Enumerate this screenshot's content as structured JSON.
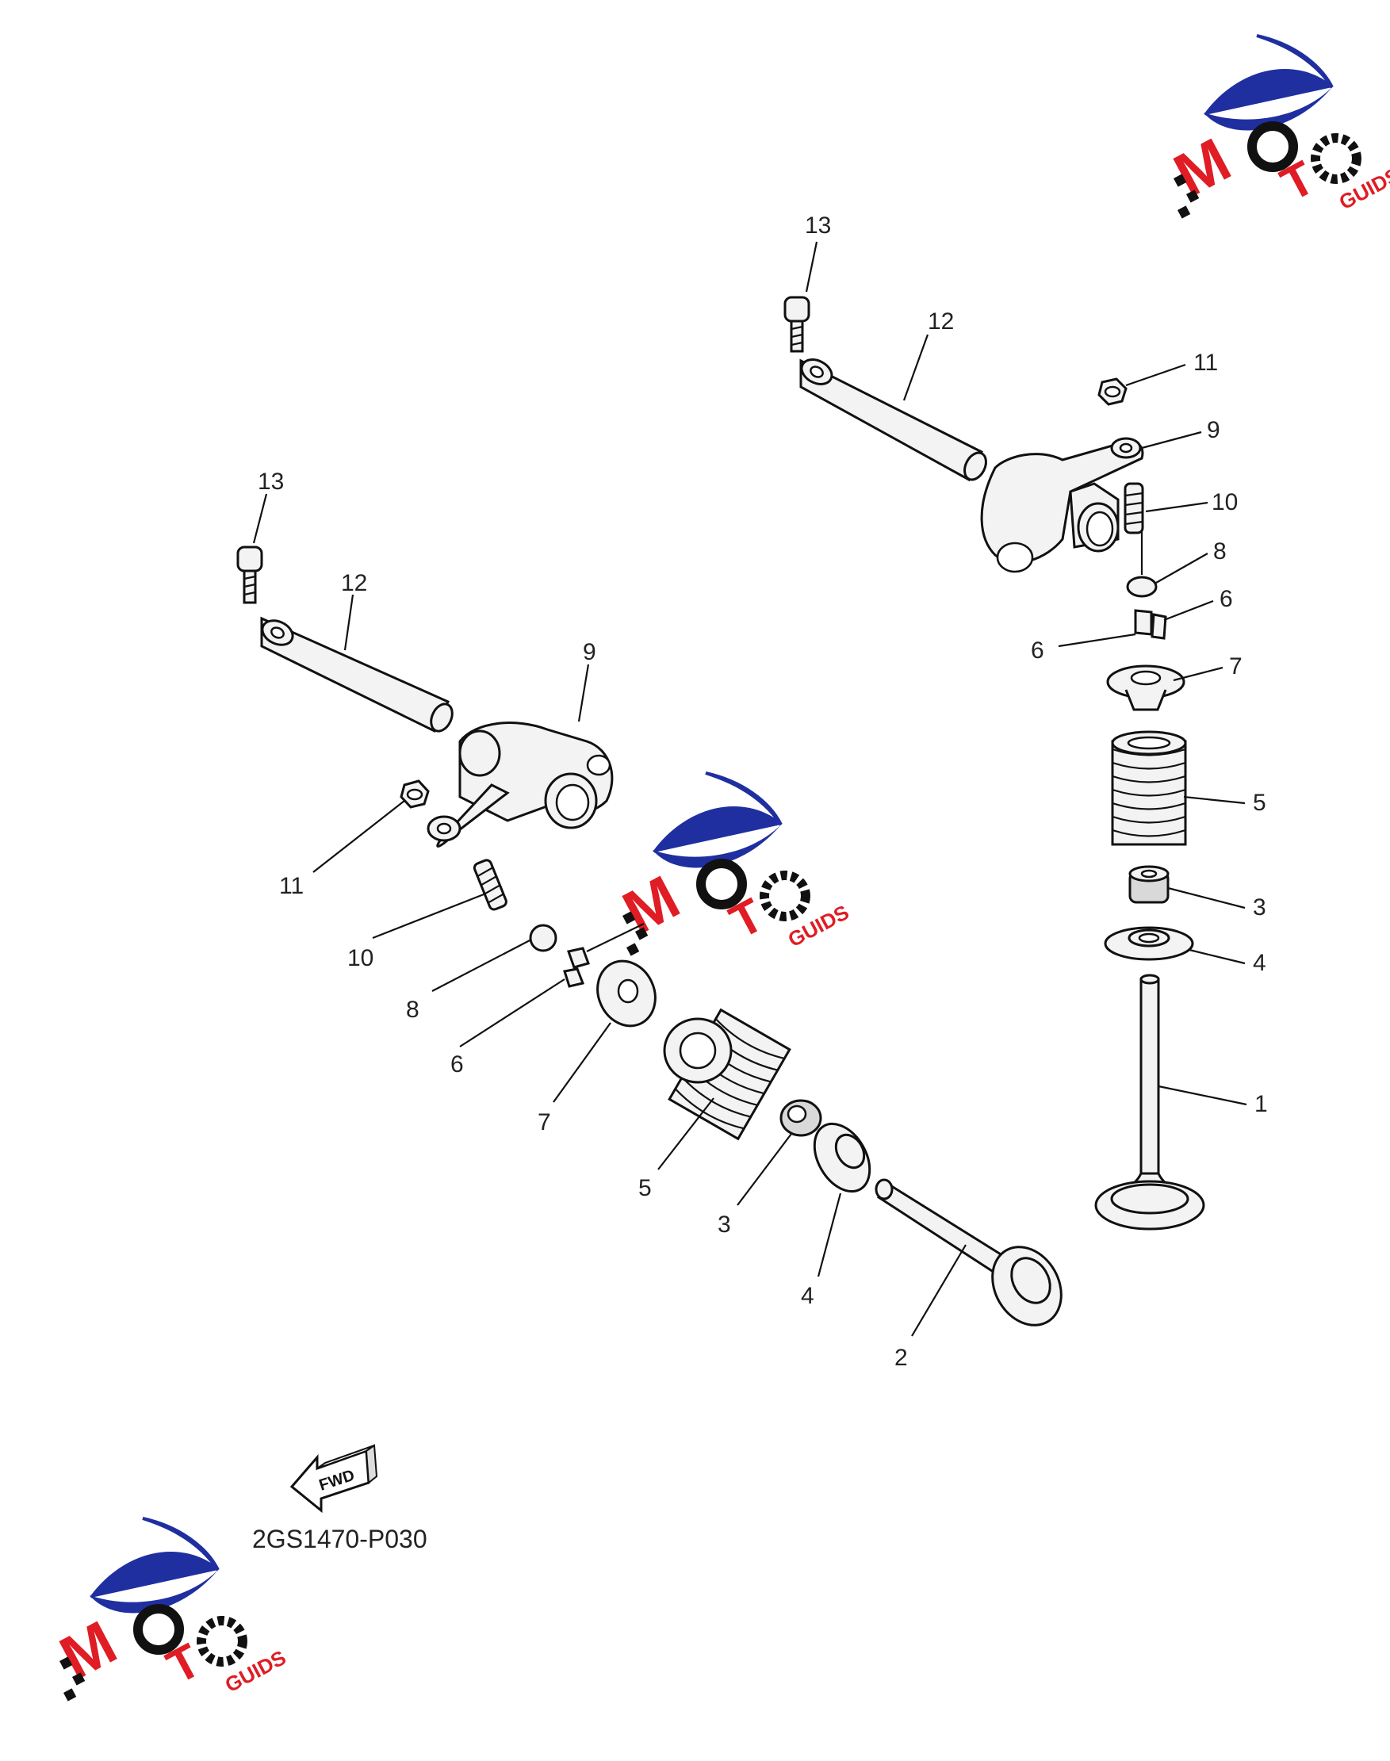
{
  "diagram": {
    "code": "2GS1470-P030",
    "fwd_label": "FWD",
    "callouts_right": {
      "c13": "13",
      "c12": "12",
      "c11": "11",
      "c9": "9",
      "c10": "10",
      "c8": "8",
      "c6a": "6",
      "c6b": "6",
      "c7": "7",
      "c5": "5",
      "c3": "3",
      "c4": "4",
      "c1": "1"
    },
    "callouts_left": {
      "c13": "13",
      "c12": "12",
      "c9": "9",
      "c11": "11",
      "c10": "10",
      "c8": "8",
      "c6": "6",
      "c7": "7",
      "c5": "5",
      "c3": "3",
      "c4": "4",
      "c2": "2"
    }
  },
  "watermark": {
    "brand": "MOTO",
    "sub": "GUIDS",
    "colors": {
      "swoosh": "#1f2fa0",
      "letters": "#e01c24",
      "gear": "#111111"
    }
  }
}
